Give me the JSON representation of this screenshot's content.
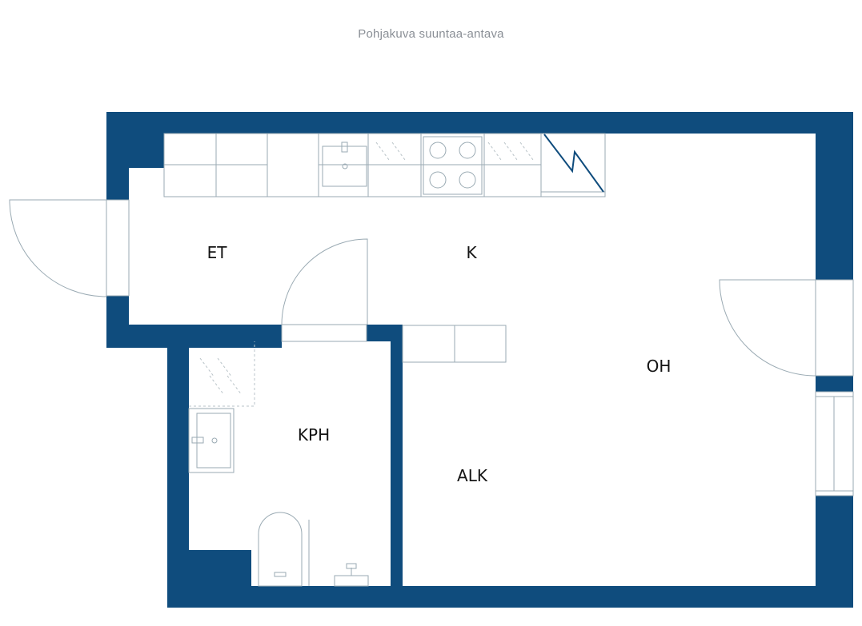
{
  "caption": "Pohjakuva suuntaa-antava",
  "colors": {
    "wall": "#0f4c7d",
    "fixture_line": "#9aaab3",
    "hatch": "#b9c3c8",
    "label": "#141414",
    "background": "#ffffff"
  },
  "rooms": {
    "entrance": "ET",
    "kitchen": "K",
    "living_room": "OH",
    "bathroom": "KPH",
    "alcove": "ALK"
  }
}
